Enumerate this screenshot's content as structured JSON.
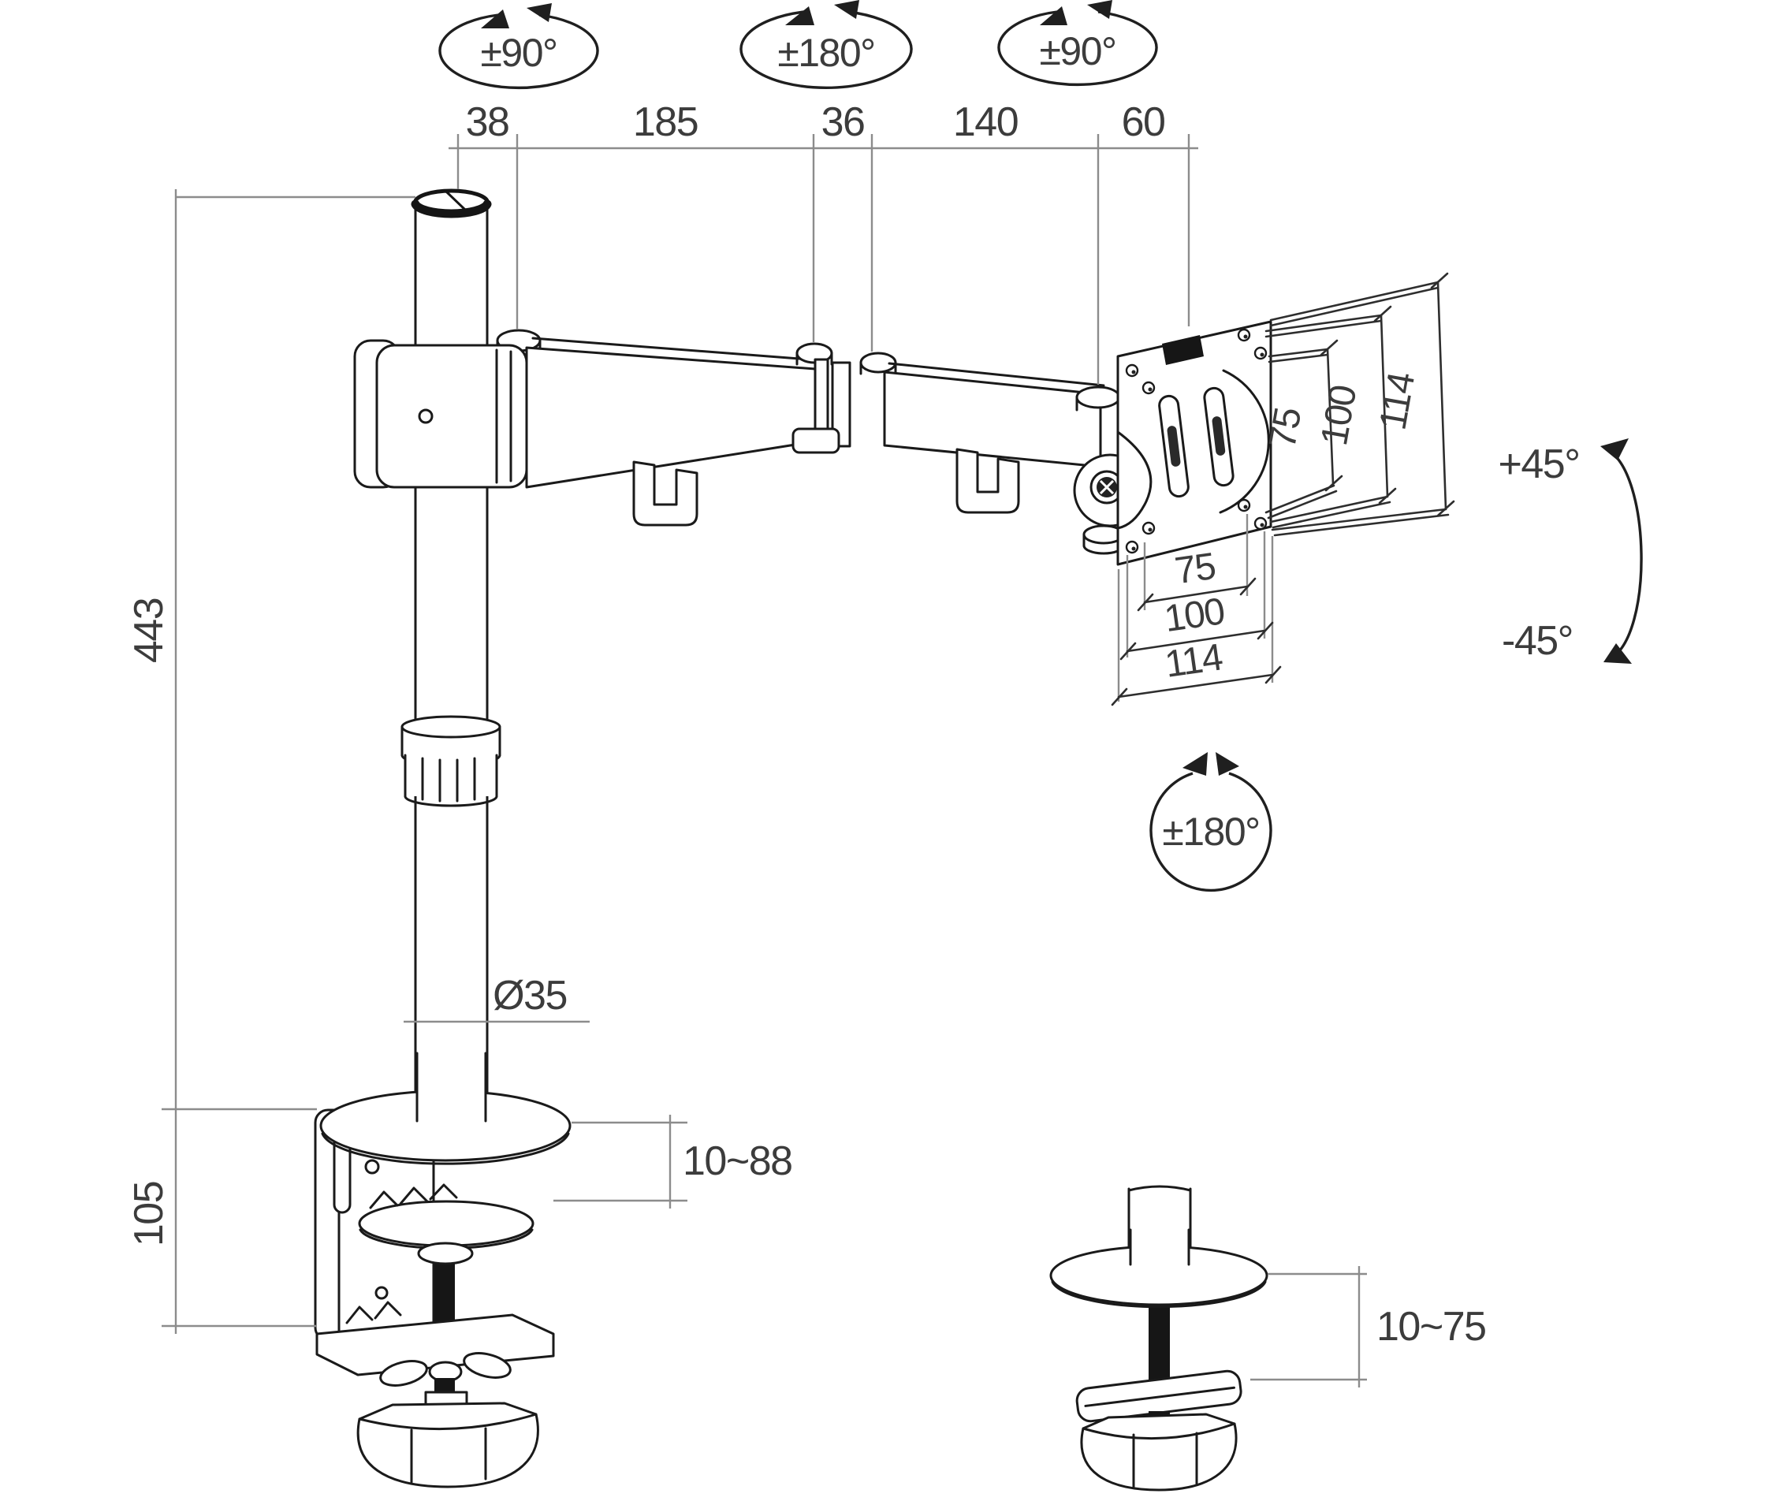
{
  "rotations": {
    "pole": "±90°",
    "arm_joint": "±180°",
    "vesa_joint": "±90°",
    "vesa_plate": "±180°"
  },
  "tilt": {
    "up": "+45°",
    "down": "-45°"
  },
  "dimensions": {
    "top": [
      "38",
      "185",
      "36",
      "140",
      "60"
    ],
    "pole_height": "443",
    "clamp_height": "105",
    "pole_diameter": "Ø35",
    "desk_thickness_clamp": "10~88",
    "desk_thickness_grommet": "10~75",
    "vesa_side": [
      "75",
      "100",
      "114"
    ],
    "vesa_bottom": [
      "75",
      "100",
      "114"
    ]
  },
  "colors": {
    "outline": "#1a1a1a",
    "dimension_line": "#8c8c8c",
    "label_text": "#3c3c3c",
    "background": "#ffffff"
  }
}
